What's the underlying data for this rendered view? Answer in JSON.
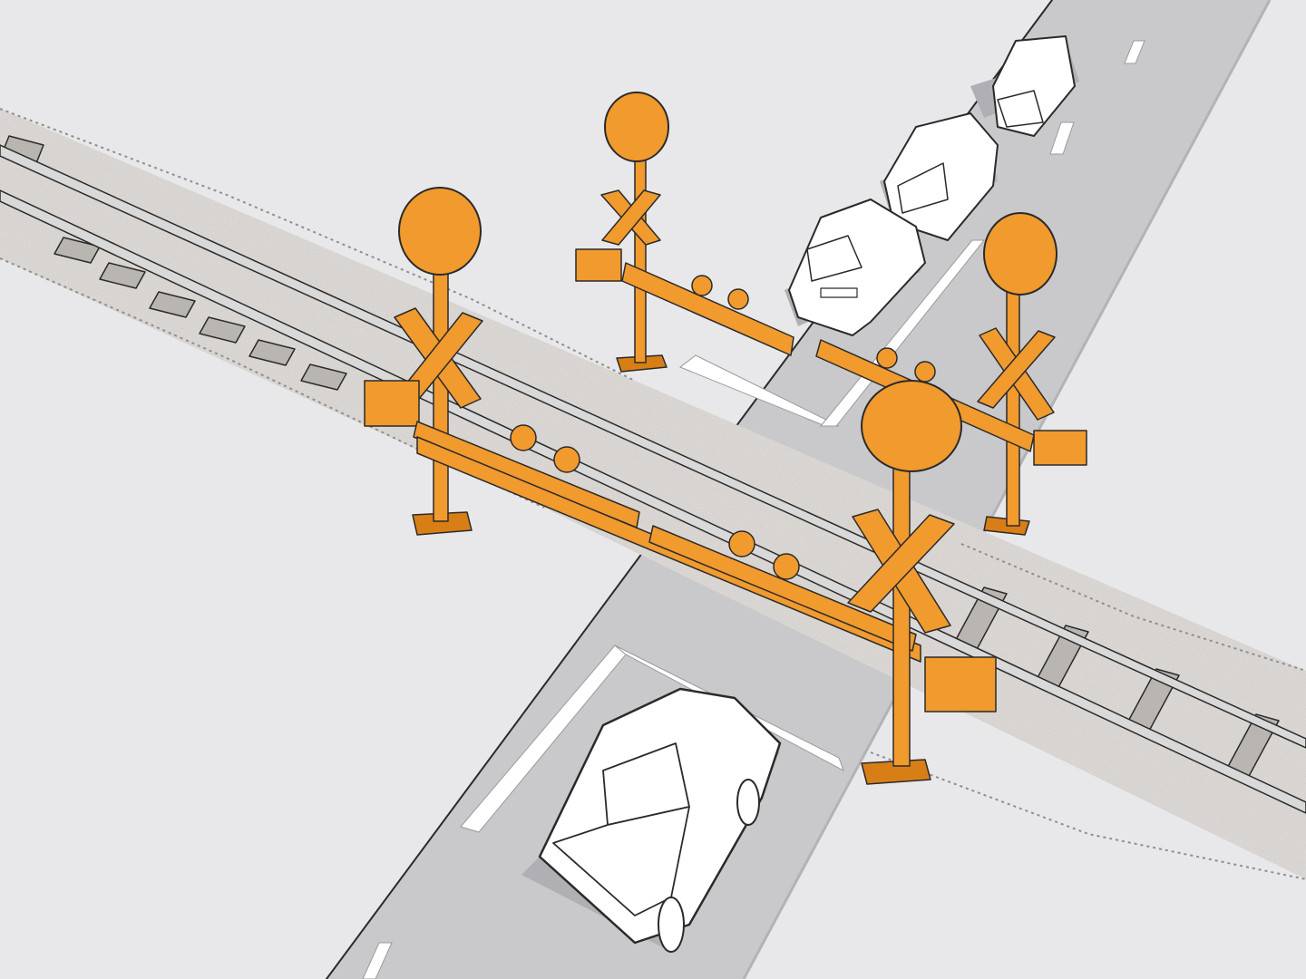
{
  "scene": {
    "subject": "railroad-crossing-illustration",
    "colors": {
      "background": "#e8e8ea",
      "road": "#c9c9cc",
      "road_edge": "#b3b3b6",
      "ballast": "#dedad6",
      "ballast_speckle": "#9c9c9c",
      "rail": "#d9d9d9",
      "tie": "#b9b5b0",
      "signal_orange": "#f19a2e",
      "signal_orange_dark": "#d87e16",
      "vehicle_body": "#ffffff",
      "vehicle_shadow": "#b0b0b4",
      "outline": "#2a2a2a",
      "stop_line": "#ffffff"
    },
    "counts": {
      "crossing_signals": 4,
      "gate_arms": 4,
      "vehicles_far_side": 3,
      "vehicles_near_side": 1
    }
  }
}
